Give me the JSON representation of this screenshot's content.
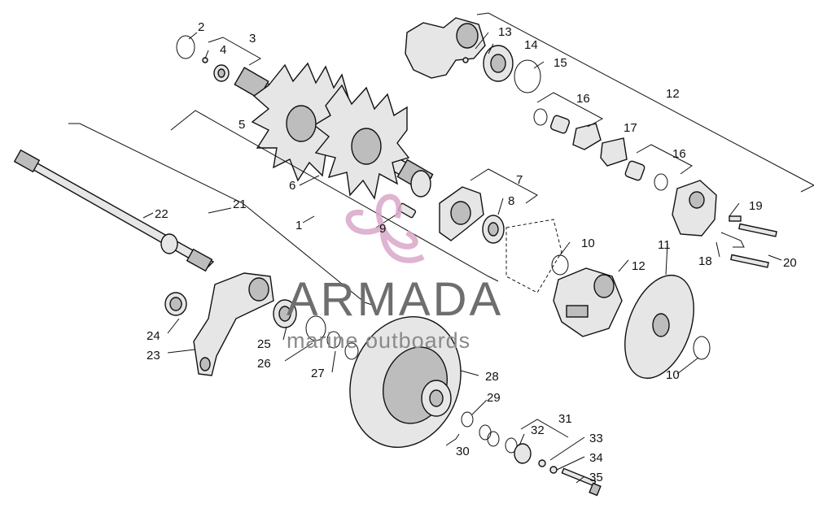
{
  "watermark": {
    "title": "ARMADA",
    "subtitle": "marine outboards",
    "logo_color": "#d9a7c9"
  },
  "callouts": [
    "1",
    "2",
    "3",
    "4",
    "5",
    "6",
    "7",
    "8",
    "9",
    "10",
    "10",
    "11",
    "12",
    "12",
    "13",
    "14",
    "15",
    "16",
    "16",
    "17",
    "18",
    "19",
    "20",
    "21",
    "22",
    "23",
    "24",
    "25",
    "26",
    "27",
    "28",
    "29",
    "30",
    "31",
    "32",
    "33",
    "34",
    "35"
  ]
}
